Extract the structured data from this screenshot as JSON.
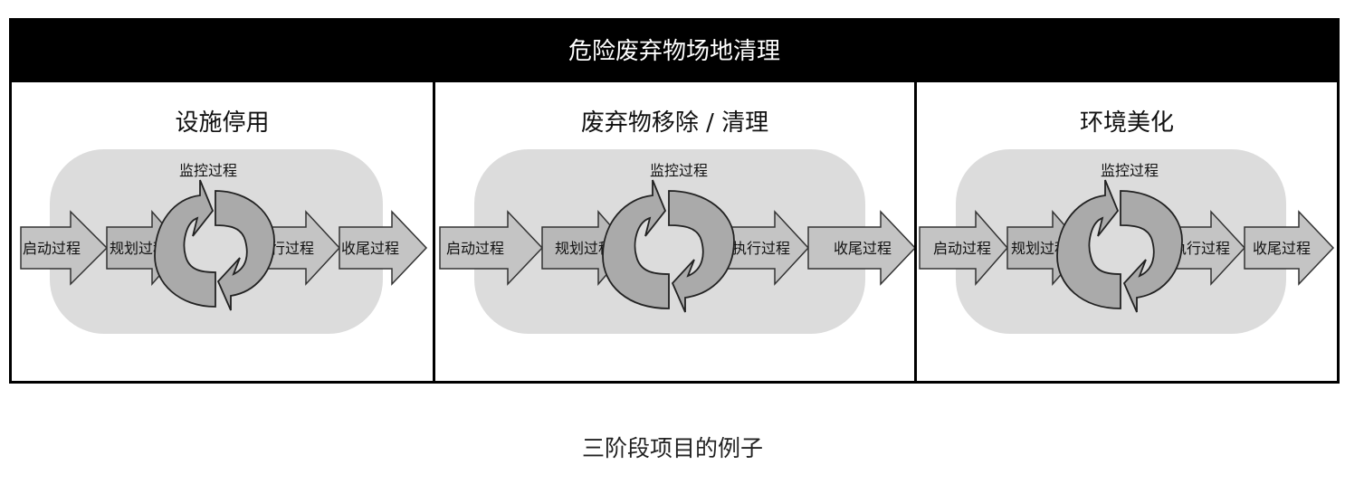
{
  "header": {
    "title": "危险废弃物场地清理"
  },
  "phases": [
    {
      "title": "设施停用"
    },
    {
      "title": "废弃物移除 / 清理"
    },
    {
      "title": "环境美化"
    }
  ],
  "process_labels": {
    "monitoring": "监控过程",
    "initiating": "启动过程",
    "planning": "规划过程",
    "executing": "执行过程",
    "closing": "收尾过程"
  },
  "caption": "三阶段项目的例子"
}
